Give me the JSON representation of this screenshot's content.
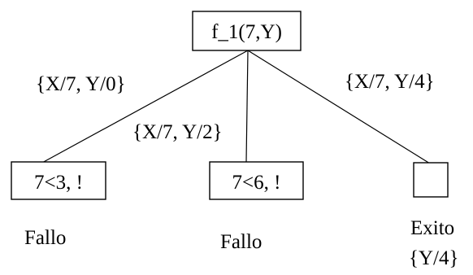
{
  "tree": {
    "root": {
      "label": "f_1(7,Y)"
    },
    "edges": [
      {
        "substitution": "{X/7, Y/0}"
      },
      {
        "substitution": "{X/7, Y/2}"
      },
      {
        "substitution": "{X/7, Y/4}"
      }
    ],
    "children": [
      {
        "goal": "7<3, !",
        "result": "Fallo"
      },
      {
        "goal": "7<6, !",
        "result": "Fallo"
      },
      {
        "goal": "",
        "result": "Exito",
        "answer": "{Y/4}"
      }
    ]
  }
}
